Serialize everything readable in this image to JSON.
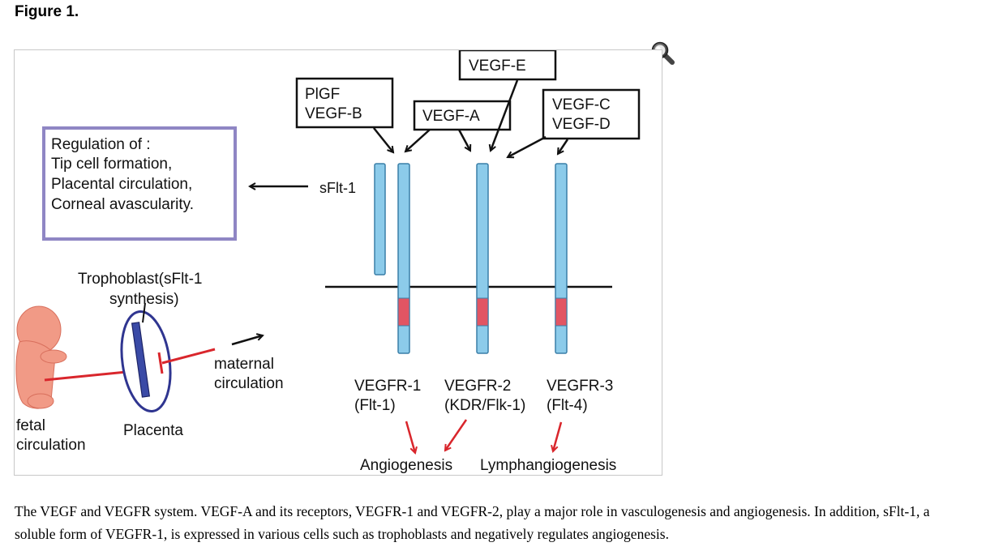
{
  "heading": "Figure 1.",
  "zoom": {
    "icon": "magnifier-icon"
  },
  "diagram": {
    "ligands": {
      "plgf_vegfb": [
        "PlGF",
        "VEGF-B"
      ],
      "vegf_e": "VEGF-E",
      "vegf_a": "VEGF-A",
      "vegf_cd": [
        "VEGF-C",
        "VEGF-D"
      ]
    },
    "regulation": {
      "lines": [
        "Regulation of :",
        "Tip cell formation,",
        "Placental circulation,",
        "Corneal avascularity."
      ]
    },
    "sflt1_label": "sFlt-1",
    "trophoblast_lines": [
      "Trophoblast(sFlt-1",
      "synthesis)"
    ],
    "maternal_lines": [
      "maternal",
      "circulation"
    ],
    "fetal_lines": [
      "fetal",
      "circulation"
    ],
    "placenta_label": "Placenta",
    "receptors": [
      {
        "name": "VEGFR-1",
        "alias": "(Flt-1)"
      },
      {
        "name": "VEGFR-2",
        "alias": "(KDR/Flk-1)"
      },
      {
        "name": "VEGFR-3",
        "alias": "(Flt-4)"
      }
    ],
    "outcomes": {
      "angiogenesis": "Angiogenesis",
      "lymphangiogenesis": "Lymphangiogenesis"
    },
    "colors": {
      "receptor_fill": "#8ccbea",
      "receptor_stroke": "#3a7fa8",
      "kinase_red": "#e25563",
      "arrow_red": "#d9262c",
      "regulation_border": "#8f86c4",
      "fetus_fill": "#f19a86",
      "placenta_border": "#2f3590",
      "trophoblast_fill": "#3a4aa6"
    }
  },
  "caption": "The VEGF and VEGFR system. VEGF-A and its receptors, VEGFR-1 and VEGFR-2, play a major role in vasculogenesis and angiogenesis. In addition, sFlt-1, a soluble form of VEGFR-1, is expressed in various cells such as trophoblasts and negatively regulates angiogenesis."
}
